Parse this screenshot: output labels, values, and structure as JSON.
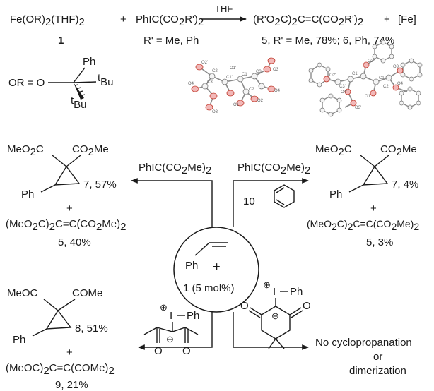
{
  "eq": {
    "fe_complex": "Fe(OR)",
    "fe_sub": "2",
    "fe_thf": "(THF)",
    "fe_sub2": "2",
    "plus1": "+",
    "iodonium": "PhIC(CO",
    "iod_sub": "2",
    "iod_r": "R')",
    "iod_sub2": "2",
    "solvent": "THF",
    "prod_a": "(R'O",
    "prod_sub1": "2",
    "prod_b": "C)",
    "prod_sub2": "2",
    "prod_c": "C=C(CO",
    "prod_sub3": "2",
    "prod_d": "R')",
    "prod_sub4": "2",
    "plus2": "+",
    "fe_frag": "[Fe]",
    "cpd1": "1",
    "r_def": "R' = Me, Ph",
    "yield_5_num": "5",
    "yield_5_text": ", R' = Me, 78%;",
    "yield_6_num": "6",
    "yield_6_text": ", Ph, 74%"
  },
  "or_def": {
    "label": "OR = O",
    "ph": "Ph",
    "tbu1_sup": "t",
    "tbu1": "Bu",
    "tbu2_sup": "t",
    "tbu2": "Bu"
  },
  "crystal": {
    "labels_a": [
      "O2'",
      "O1'",
      "C2'",
      "O4'",
      "C3'",
      "C1'",
      "C1",
      "O3",
      "C3",
      "O4",
      "C2",
      "O3'",
      "O1",
      "O2"
    ],
    "labels_b": [
      "O3",
      "O4",
      "C1",
      "C2",
      "O1",
      "O2",
      "C1'",
      "O4'",
      "O3'",
      "O2'",
      "C3'"
    ]
  },
  "center": {
    "ph": "Ph",
    "plus": "+",
    "cat_num": "1",
    "cat_text": " (5 mol%)"
  },
  "top_left": {
    "reagent": "PhIC(CO",
    "reagent_sub": "2",
    "reagent_me": "Me)",
    "reagent_sub2": "2",
    "meo2c": "MeO",
    "meo2c_sub": "2",
    "meo2c_c": "C",
    "co2me": "CO",
    "co2me_sub": "2",
    "co2me_me": "Me",
    "ph": "Ph",
    "cpd": "7",
    "yield": ", 57%",
    "plus": "+",
    "dimer_a": "(MeO",
    "dimer_s1": "2",
    "dimer_b": "C)",
    "dimer_s2": "2",
    "dimer_c": "C=C(CO",
    "dimer_s3": "2",
    "dimer_d": "Me)",
    "dimer_s4": "2",
    "dimer_cpd": "5",
    "dimer_yield": ", 40%"
  },
  "top_right": {
    "reagent": "PhIC(CO",
    "reagent_sub": "2",
    "reagent_me": "Me)",
    "reagent_sub2": "2",
    "equiv": "10",
    "meo2c": "MeO",
    "meo2c_sub": "2",
    "meo2c_c": "C",
    "co2me": "CO",
    "co2me_sub": "2",
    "co2me_me": "Me",
    "ph": "Ph",
    "cpd": "7",
    "yield": ", 4%",
    "plus": "+",
    "dimer_a": "(MeO",
    "dimer_s1": "2",
    "dimer_b": "C)",
    "dimer_s2": "2",
    "dimer_c": "C=C(CO",
    "dimer_s3": "2",
    "dimer_d": "Me)",
    "dimer_s4": "2",
    "dimer_cpd": "5",
    "dimer_yield": ", 3%"
  },
  "bottom_left": {
    "iod_plus": "⊕",
    "iod": "I",
    "iod_ph": "Ph",
    "carb_minus": "⊖",
    "o1": "O",
    "o2": "O",
    "meoc": "MeOC",
    "come": "COMe",
    "ph": "Ph",
    "cpd": "8",
    "yield": ", 51%",
    "plus": "+",
    "dimer_a": "(MeOC)",
    "dimer_s1": "2",
    "dimer_b": "C=C(COMe)",
    "dimer_s2": "2",
    "dimer_cpd": "9",
    "dimer_yield": ", 21%"
  },
  "bottom_right": {
    "iod_plus": "⊕",
    "iod": "I",
    "iod_ph": "Ph",
    "carb_minus": "⊖",
    "o1": "O",
    "o2": "O",
    "result_l1": "No cyclopropanation",
    "result_l2": "or",
    "result_l3": "dimerization"
  }
}
